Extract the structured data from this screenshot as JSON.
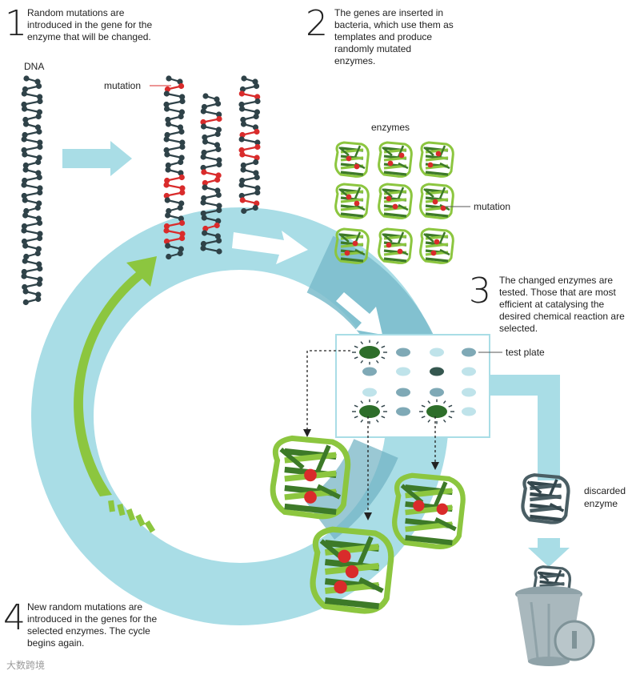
{
  "steps": [
    {
      "number": "1",
      "text": "Random mutations are introduced in the gene for the enzyme that will be changed."
    },
    {
      "number": "2",
      "text": "The genes are inserted in bacteria, which use them as templates and produce randomly mutated enzymes."
    },
    {
      "number": "3",
      "text": "The changed enzymes are tested. Those that are most efficient at catalysing the desired chemical reaction are selected."
    },
    {
      "number": "4",
      "text": "New random mutations are introduced in the genes for the selected enzymes. The cycle begins again."
    }
  ],
  "labels": {
    "dna": "DNA",
    "mutation_dna": "mutation",
    "enzymes": "enzymes",
    "mutation_enzyme": "mutation",
    "test_plate": "test plate",
    "discarded_line1": "discarded",
    "discarded_line2": "enzyme"
  },
  "watermark": "大数跨境",
  "colors": {
    "cycle": "#a9dde6",
    "cycle_dark": "#6fb1c2",
    "green_arrow": "#8cc63f",
    "enzyme_light": "#8cc63f",
    "enzyme_dark": "#3d7a28",
    "mutation_red": "#d92b2b",
    "dna_dark": "#2f4248",
    "discarded": "#34474d",
    "trash": "#a9b8bd"
  }
}
